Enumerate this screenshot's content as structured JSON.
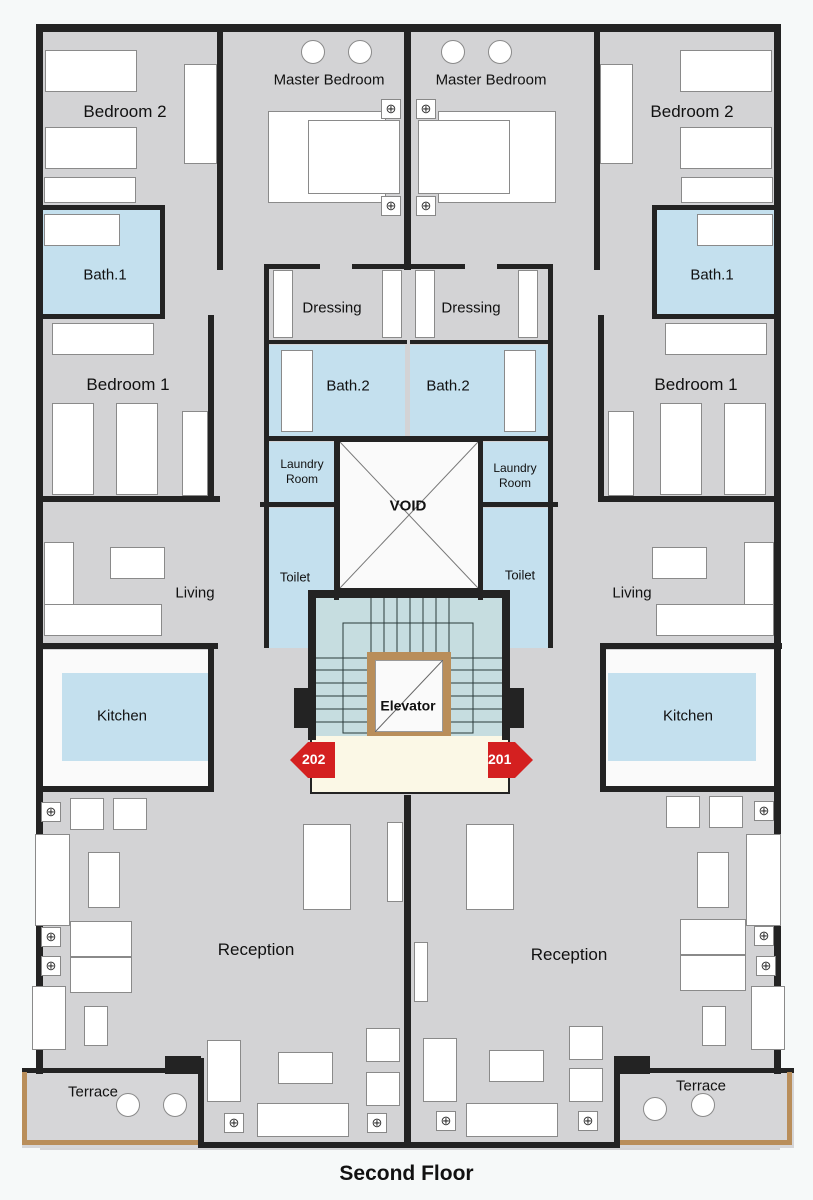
{
  "plan": {
    "title": "Second Floor",
    "colors": {
      "room_fill": "#d3d3d5",
      "wet_room_fill": "#c4e0ee",
      "wall": "#232323",
      "lobby": "#fbf8e6",
      "elevator_frame": "#b98e5a",
      "unit_marker": "#d42020",
      "terrace_edge": "#b98e5a"
    },
    "core": {
      "void": "VOID",
      "elevator": "Elevator",
      "units": [
        {
          "number": "202",
          "direction": "left"
        },
        {
          "number": "201",
          "direction": "right"
        }
      ]
    },
    "left_unit": {
      "rooms": {
        "bedroom2": "Bedroom 2",
        "master": "Master Bedroom",
        "bath1": "Bath.1",
        "dressing": "Dressing",
        "bath2": "Bath.2",
        "bedroom1": "Bedroom 1",
        "laundry": "Laundry Room",
        "toilet": "Toilet",
        "living": "Living",
        "kitchen": "Kitchen",
        "reception": "Reception",
        "terrace": "Terrace"
      }
    },
    "right_unit": {
      "rooms": {
        "bedroom2": "Bedroom 2",
        "master": "Master Bedroom",
        "bath1": "Bath.1",
        "dressing": "Dressing",
        "bath2": "Bath.2",
        "bedroom1": "Bedroom 1",
        "laundry": "Laundry Room",
        "toilet": "Toilet",
        "living": "Living",
        "kitchen": "Kitchen",
        "reception": "Reception",
        "terrace": "Terrace"
      }
    },
    "icons": {
      "lamp": "⊕"
    }
  }
}
